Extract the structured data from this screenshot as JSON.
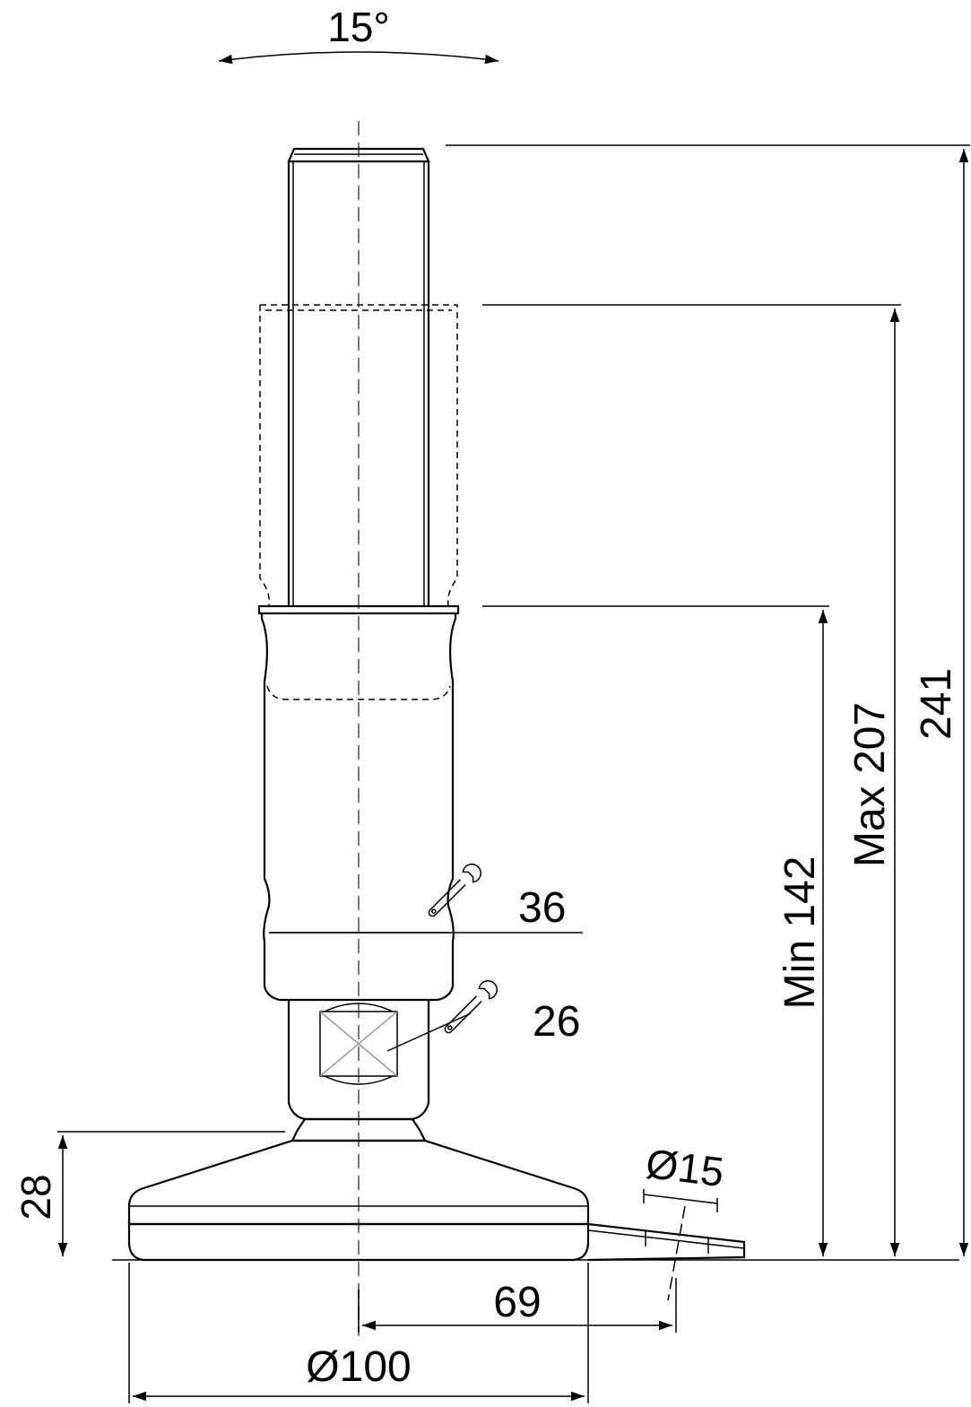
{
  "dimensions": {
    "tilt_angle": "15°",
    "total_height": "241",
    "max_height": "Max 207",
    "min_height": "Min 142",
    "wrench_body": "36",
    "wrench_nut": "26",
    "base_height": "28",
    "hole_diameter": "Ø15",
    "hole_offset": "69",
    "base_diameter": "Ø100"
  },
  "colors": {
    "line": "#000000",
    "base_fill": "#999999",
    "nut_fill": "#cccccc",
    "centerline": "#777777"
  }
}
